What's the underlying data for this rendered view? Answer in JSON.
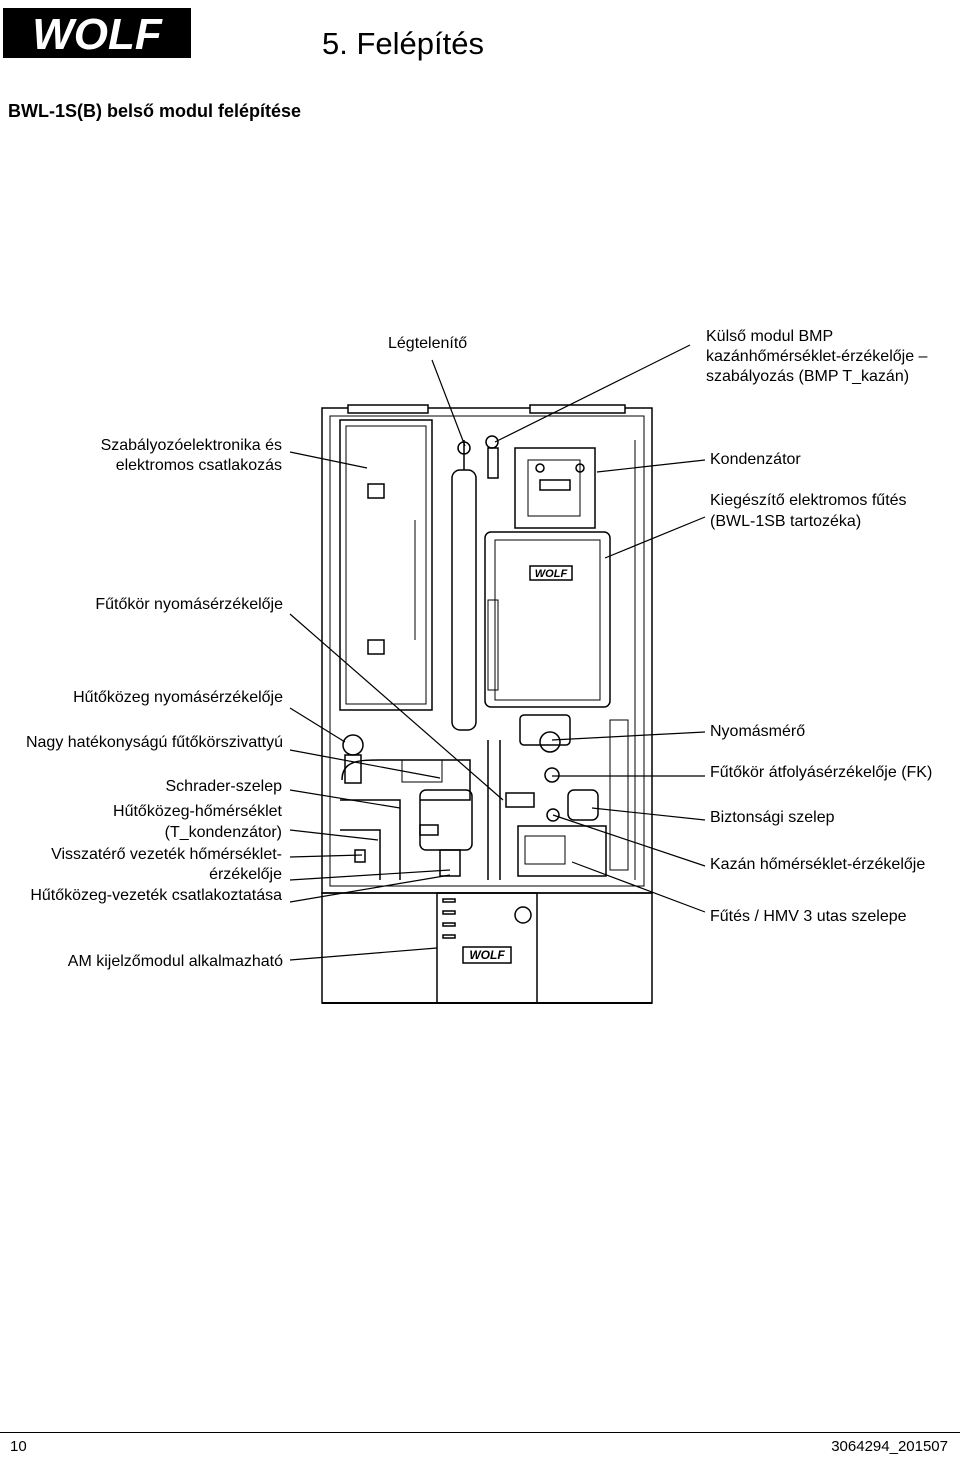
{
  "header": {
    "logo_text": "WOLF",
    "section_title": "5. Felépítés",
    "subtitle": "BWL-1S(B) belső modul felépítése"
  },
  "labels": {
    "legtelenito": "Légtelenítő",
    "kulso_modul_1": "Külső modul BMP",
    "kulso_modul_2": "kazánhőmérséklet-érzékelője –",
    "kulso_modul_3": "szabályozás (BMP T_kazán)",
    "szabalyozo_1": "Szabályozóelektronika és",
    "szabalyozo_2": "elektromos csatlakozás",
    "kondenzator": "Kondenzátor",
    "kiegeszito_1": "Kiegészítő elektromos fűtés",
    "kiegeszito_2": "(BWL-1SB tartozéka)",
    "futokor_nyomas": "Fűtőkör nyomásérzékelője",
    "hutokozeg_nyomas": "Hűtőközeg nyomásérzékelője",
    "szivattyu": "Nagy hatékonyságú fűtőkörszivattyú",
    "schrader": "Schrader-szelep",
    "hutokozeg_hom_1": "Hűtőközeg-hőmérséklet",
    "hutokozeg_hom_2": "(T_kondenzátor)",
    "visszatero_1": "Visszatérő vezeték hőmérséklet-",
    "visszatero_2": "érzékelője",
    "hutokozeg_csatl": "Hűtőközeg-vezeték csatlakoztatása",
    "am_kijelzo": "AM kijelzőmodul alkalmazható",
    "nyomasmero": "Nyomásmérő",
    "atfolyas": "Fűtőkör átfolyásérzékelője (FK)",
    "biztonsagi": "Biztonsági szelep",
    "kazan_hom": "Kazán hőmérséklet-érzékelője",
    "futes_hmv": "Fűtés / HMV 3 utas szelepe"
  },
  "diagram": {
    "embossed_logo_text": "WOLF"
  },
  "footer": {
    "page_number": "10",
    "document_number": "3064294_201507"
  }
}
